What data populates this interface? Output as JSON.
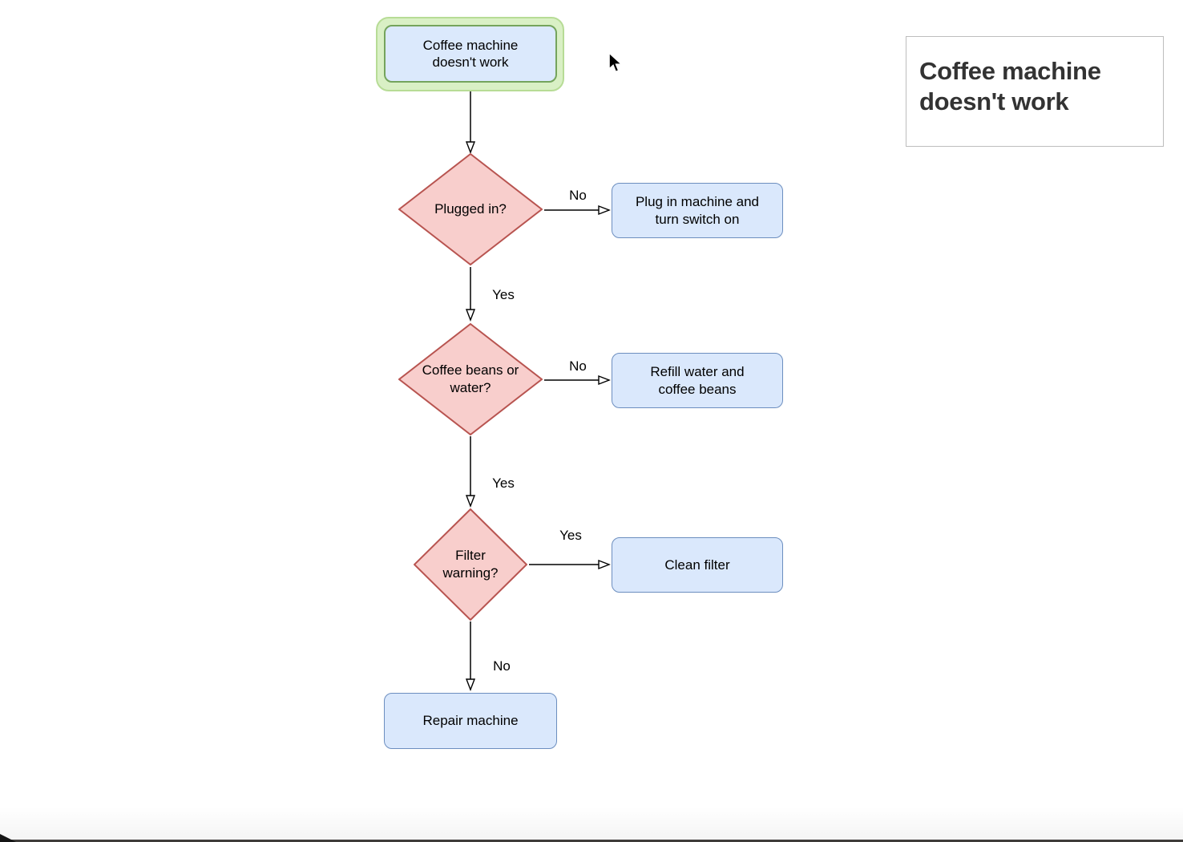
{
  "flowchart": {
    "nodes": {
      "start": {
        "label": "Coffee machine doesn't work",
        "selected": true
      },
      "d1": {
        "label": "Plugged in?"
      },
      "a1": {
        "label": "Plug in machine and turn switch on"
      },
      "d2": {
        "label": "Coffee beans or water?"
      },
      "a2": {
        "label": "Refill water and coffee beans"
      },
      "d3": {
        "label": "Filter warning?"
      },
      "a3": {
        "label": "Clean filter"
      },
      "repair": {
        "label": "Repair machine"
      }
    },
    "edge_labels": {
      "d1_no": "No",
      "d1_yes": "Yes",
      "d2_no": "No",
      "d2_yes": "Yes",
      "d3_yes": "Yes",
      "d3_no": "No"
    },
    "colors": {
      "decision_fill": "#F8CECC",
      "decision_stroke": "#B85450",
      "action_fill": "#DAE8FC",
      "action_stroke": "#6C8EBF",
      "selection_halo": "#D9F0C5",
      "selection_stroke": "#74A45C"
    }
  },
  "preview_panel": {
    "title": "Coffee machine doesn't work"
  }
}
